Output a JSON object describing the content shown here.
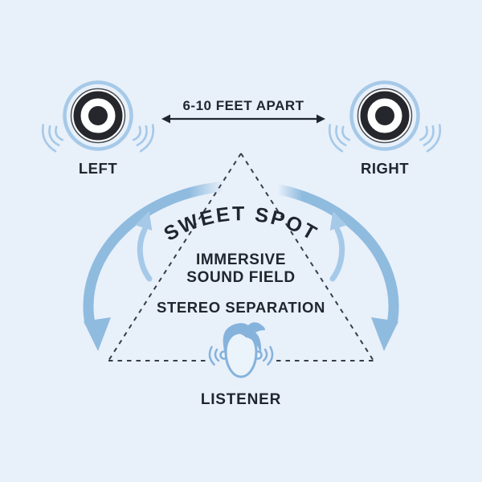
{
  "diagram": {
    "left_speaker_label": "LEFT",
    "right_speaker_label": "RIGHT",
    "distance_label": "6-10 FEET APART",
    "sweet_spot_title": "SWEET SPOT",
    "benefit_line1": "IMMERSIVE",
    "benefit_line2": "SOUND FIELD",
    "benefit_line3": "STEREO SEPARATION",
    "listener_label": "LISTENER"
  },
  "colors": {
    "background": "#E8F0FA",
    "ink": "#20262F",
    "arc_blue": "#8FBBDF",
    "light_blue": "#A6C9E8",
    "head_blue": "#85B3DC",
    "dashed_line": "#363D49"
  }
}
